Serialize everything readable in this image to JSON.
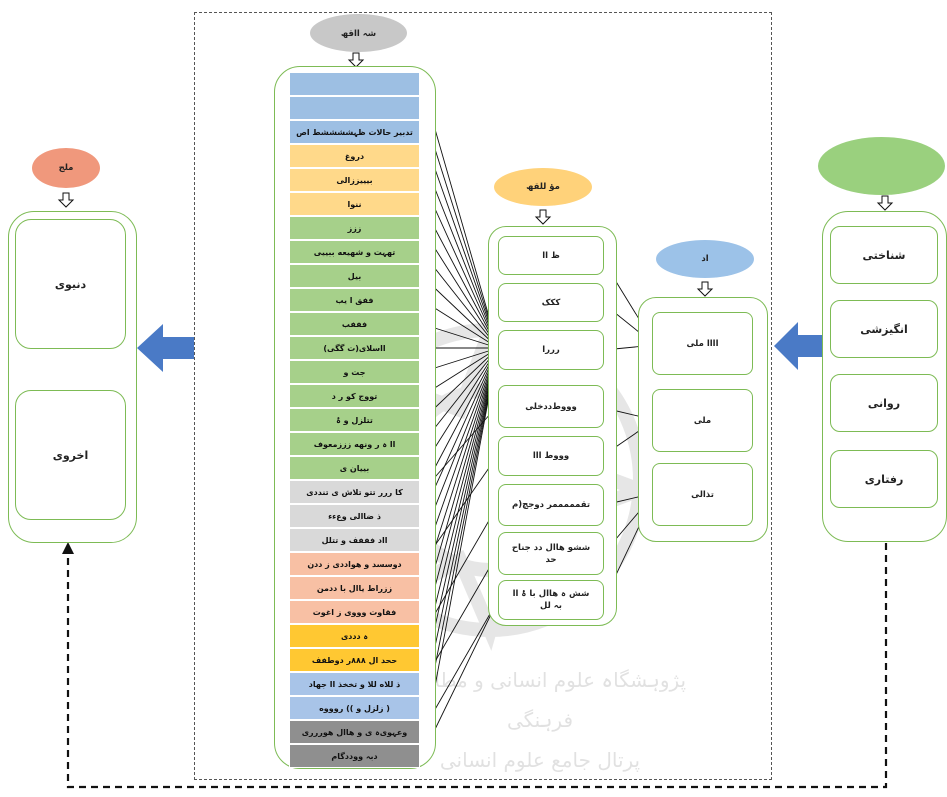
{
  "header_labels": {
    "left": "ملج",
    "top": "شہ  ااقھ",
    "mid": "مؤ  للقھ",
    "small": "اد",
    "right": ""
  },
  "left_items": [
    "دنیوی",
    "اخروی"
  ],
  "right_items": [
    "شناختی",
    "انگیزشی",
    "روانی",
    "رفتاری"
  ],
  "small_items": [
    "اااا ملی",
    "ملی",
    "تذالی"
  ],
  "mid_items": [
    "ظ اا",
    "ککک",
    "رررا",
    "وووط‌ددخلی",
    "وووط    ااا",
    "تقمممممر دوجچ(م",
    "ششو   هاال دد جناح\nحد",
    "شش ہ هاال با   ۂ اا\nبہ لل"
  ],
  "cells": [
    {
      "text": "",
      "color": "#9dbfe3"
    },
    {
      "text": "",
      "color": "#9dbfe3"
    },
    {
      "text": "تدبیر حالات ظہششششط   اص",
      "color": "#9dbfe3"
    },
    {
      "text": "دروغ",
      "color": "#ffd98a"
    },
    {
      "text": "بیییززالی",
      "color": "#ffd98a"
    },
    {
      "text": "ننوا",
      "color": "#ffd98a"
    },
    {
      "text": "ززز",
      "color": "#a6d08a"
    },
    {
      "text": "تهہت و شهیعه  ببییی",
      "color": "#a6d08a"
    },
    {
      "text": "بیل",
      "color": "#a6d08a"
    },
    {
      "text": "ففق     ا     یب",
      "color": "#a6d08a"
    },
    {
      "text": "فففب",
      "color": "#a6d08a"
    },
    {
      "text": "ااسلای(ت    گگی)",
      "color": "#a6d08a"
    },
    {
      "text": "جت و",
      "color": "#a6d08a"
    },
    {
      "text": "تووج   کو ر  د",
      "color": "#a6d08a"
    },
    {
      "text": "تتلزل و   ۂ",
      "color": "#a6d08a"
    },
    {
      "text": "اا ہ     ر ونھه زززمعوف",
      "color": "#a6d08a"
    },
    {
      "text": "بییان      ی",
      "color": "#a6d08a"
    },
    {
      "text": "کا ررر تتو تلاش     ی    تنددی",
      "color": "#d9d9d9"
    },
    {
      "text": "ذ  ضاالی وعءء",
      "color": "#d9d9d9"
    },
    {
      "text": "ااد  فففف و  تتلل",
      "color": "#d9d9d9"
    },
    {
      "text": "دوسسد و هواددی  ز   ددن",
      "color": "#f8c0a4"
    },
    {
      "text": "ززراط    یاال با  ددمن",
      "color": "#f8c0a4"
    },
    {
      "text": "فقاوت وووی  ز   اغوت",
      "color": "#f8c0a4"
    },
    {
      "text": "ہ دددی",
      "color": "#ffc832"
    },
    {
      "text": "ححد     ال   ۸۸۸ر  دوطفف",
      "color": "#ffc832"
    },
    {
      "text": "ذ للاه للا و تخخذ اا جهاد",
      "color": "#a8c4e8"
    },
    {
      "text": "(  زلزل و   )) روووه",
      "color": "#a8c4e8"
    },
    {
      "text": "وعہوی‌ہ    ی  و    هاال هوررری",
      "color": "#8f8f8f"
    },
    {
      "text": "دبہ   ووددگام",
      "color": "#8f8f8f"
    }
  ],
  "watermark": "پژوہشگاہ علوم انسانی و مطالعات فرہنگی\nپرتال جامع علوم انسانی",
  "colors": {
    "panel_border": "#7dbb55",
    "arrow_blue": "#4a7ac6",
    "ellipse_left": "#f0987c",
    "ellipse_top": "#c8c8c8",
    "ellipse_mid": "#ffd27a",
    "ellipse_small": "#9cc2e8",
    "ellipse_right": "#9ad07e"
  }
}
